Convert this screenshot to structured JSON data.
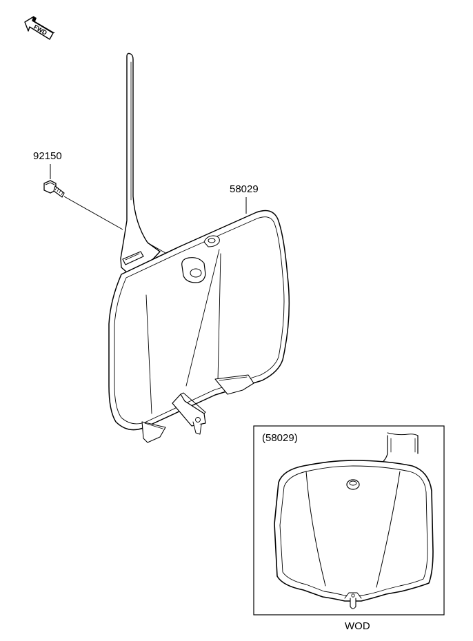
{
  "fwd_arrow": {
    "text": "FWD"
  },
  "callouts": {
    "bolt": "92150",
    "plate": "58029"
  },
  "inset": {
    "title": "(58029)",
    "caption": "WOD"
  },
  "icons": {
    "fwd_arrow": "arrow-left-icon"
  }
}
